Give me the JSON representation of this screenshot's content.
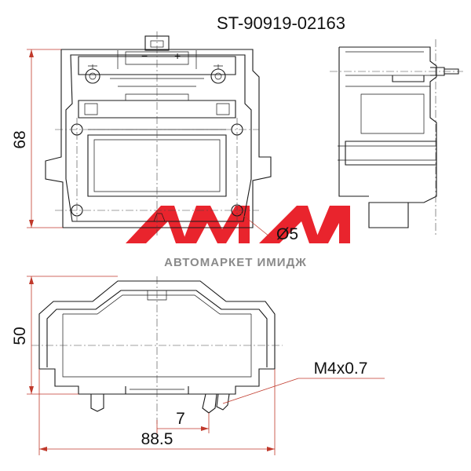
{
  "title": "ST-90919-02163",
  "watermark": {
    "logo": "AMA",
    "caption": "АВТОМАРКЕТ ИМИДЖ",
    "logo_color": "#e8121c",
    "caption_color": "#8a8a8a"
  },
  "dimensions": {
    "height_top": "68",
    "height_bottom": "50",
    "width": "88.5",
    "hole": "Ø5",
    "thread": "M4x0.7",
    "pin_gap": "7"
  },
  "terminal_marks": {
    "minus": "−",
    "plus": "+"
  },
  "colors": {
    "line": "#1a1a1a",
    "dimension": "#c0392b"
  }
}
